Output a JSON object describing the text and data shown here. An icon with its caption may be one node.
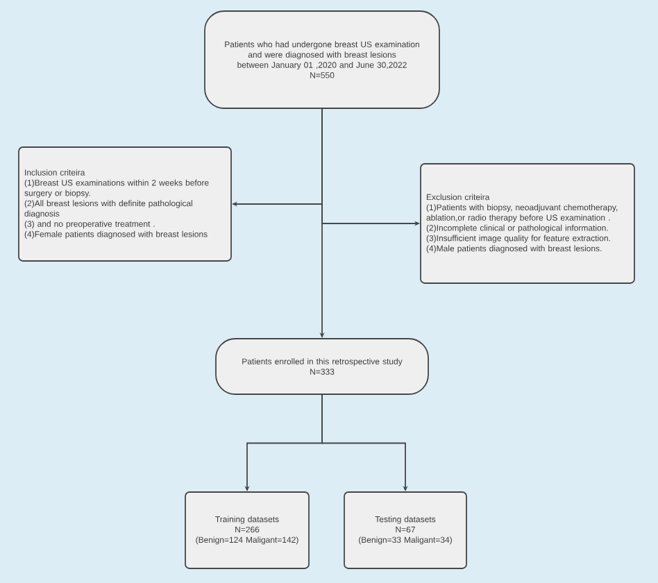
{
  "diagram": {
    "nodes": [
      {
        "text": [
          "Patients who had undergone breast US examination and were diagnosed with breast lesions",
          "between January 01 ,2020 and June 30,2022",
          "N=550"
        ]
      },
      {
        "text": [
          "Inclusion criteira",
          "(1)Breast US examinations within 2 weeks before surgery or biopsy.",
          "(2)All breast lesions with definite pathological diagnosis",
          "(3) and no preoperative treatment .",
          "(4)Female patients diagnosed with breast lesions"
        ]
      },
      {
        "text": [
          "Exclusion criteira",
          "(1)Patients with biopsy, neoadjuvant chemotherapy, ablation,or radio therapy before US examination .",
          "(2)Incomplete clinical or pathological information.",
          "(3)Insufficient image quality for feature extraction.",
          "(4)Male patients diagnosed with breast lesions."
        ]
      },
      {
        "text": [
          "Patients enrolled in this retrospective study",
          "N=333"
        ]
      },
      {
        "text": [
          "Training datasets",
          "N=266",
          "(Benign=124 Maligant=142)"
        ]
      },
      {
        "text": [
          "Testing datasets",
          "N=67",
          "(Benign=33 Maligant=34)"
        ]
      }
    ],
    "edges": [
      {
        "from": 0,
        "to": 1,
        "arrow": "to"
      },
      {
        "from": 0,
        "to": 2,
        "arrow": "to"
      },
      {
        "from": 0,
        "to": 3,
        "arrow": "to"
      },
      {
        "from": 3,
        "to": 4,
        "arrow": "to"
      },
      {
        "from": 3,
        "to": 5,
        "arrow": "to"
      }
    ]
  }
}
